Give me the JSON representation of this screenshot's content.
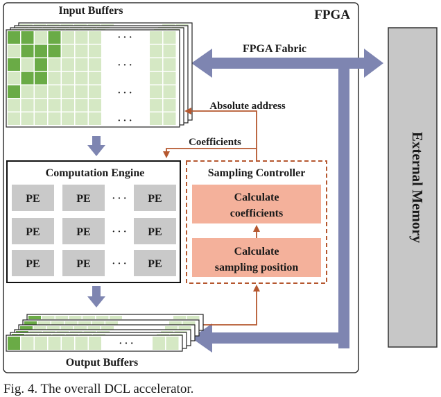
{
  "fpga_label": "FPGA",
  "fabric_label": "FPGA Fabric",
  "external_memory_label": "External Memory",
  "input_buffers_label": "Input Buffers",
  "output_buffers_label": "Output Buffers",
  "absolute_address_label": "Absolute address",
  "coefficients_label": "Coefficients",
  "computation_engine_label": "Computation Engine",
  "sampling_controller_label": "Sampling Controller",
  "pe_label": "PE",
  "ellipsis": "· · ·",
  "calc_coefficients_lines": [
    "Calculate",
    "coefficients"
  ],
  "calc_sampling_lines": [
    "Calculate",
    "sampling position"
  ],
  "caption": "Fig. 4. The overall DCL accelerator.",
  "colors": {
    "cell_light": "#d5e8c4",
    "cell_dark": "#6aab46",
    "pe_fill": "#c9c9c9",
    "calc_fill": "#f4b19b",
    "controller_border": "#b5572f",
    "arrow_blue": "#7e85b1",
    "mem_fill": "#c7c7c7",
    "orange_line": "#b5572f"
  }
}
